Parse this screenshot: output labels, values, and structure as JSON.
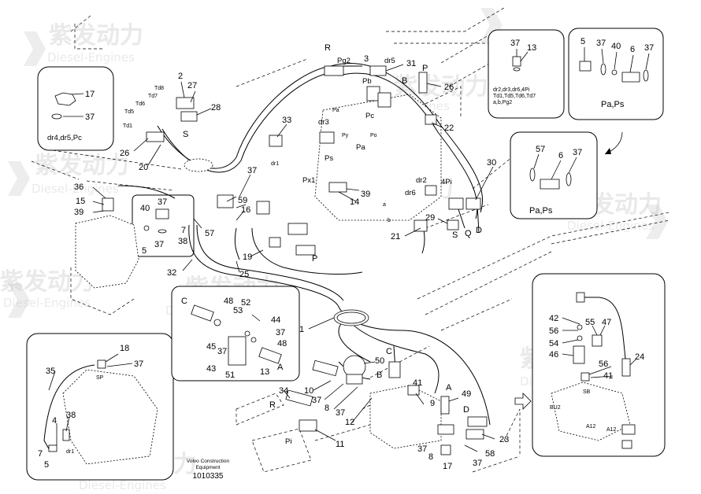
{
  "watermark": {
    "brand": "紫发动力",
    "tagline": "Diesel-Engines"
  },
  "insets": {
    "top_left": {
      "caption": "dr4,dr5,Pc",
      "callouts": [
        "17",
        "37"
      ]
    },
    "top_middle": {
      "caption_line1": "dr2,dr3,dr6,4Pi",
      "caption_line2": "Td1,Td5,Td6,Td7",
      "caption_line3": "a,b,Pg2",
      "callouts": [
        "37",
        "13"
      ]
    },
    "top_right": {
      "caption": "Pa,Ps",
      "callouts": [
        "5",
        "37",
        "40",
        "6",
        "37"
      ]
    },
    "right_middle": {
      "caption": "Pa,Ps",
      "callouts": [
        "57",
        "6",
        "37"
      ]
    },
    "bottom_left": {
      "callouts": [
        "18",
        "37",
        "35",
        "38",
        "4",
        "7",
        "5"
      ],
      "ports": [
        "SP",
        "dr1"
      ]
    },
    "bottom_right": {
      "callouts": [
        "42",
        "56",
        "54",
        "46",
        "55",
        "47",
        "56",
        "41",
        "24"
      ],
      "ports": [
        "SB",
        "BU2",
        "A12",
        "A12"
      ]
    },
    "center_left": {
      "callouts": [
        "48",
        "52",
        "53",
        "44",
        "37",
        "45",
        "37",
        "48",
        "13",
        "43",
        "51"
      ],
      "ports": [
        "C",
        "A"
      ]
    },
    "small_left": {
      "callouts": [
        "37",
        "40",
        "7",
        "5",
        "37",
        "38"
      ]
    }
  },
  "labels": {
    "main_callouts": [
      "2",
      "27",
      "28",
      "26",
      "20",
      "31",
      "26",
      "22",
      "33",
      "30",
      "36",
      "15",
      "39",
      "37",
      "59",
      "16",
      "57",
      "32",
      "25",
      "19",
      "39",
      "14",
      "21",
      "29",
      "1",
      "50",
      "34",
      "10",
      "37",
      "8",
      "37",
      "9",
      "11",
      "12",
      "49",
      "23",
      "58",
      "37",
      "17",
      "8",
      "37",
      "41"
    ],
    "ports": [
      "R",
      "Pg2",
      "3",
      "dr5",
      "Pb",
      "B",
      "P",
      "Pc",
      "dr3",
      "Pa",
      "Ps",
      "Px1",
      "dr2",
      "4Pi",
      "dr6",
      "S",
      "Q",
      "D",
      "P",
      "C",
      "B",
      "A",
      "D",
      "R",
      "Pi",
      "Td8",
      "Td7",
      "Td6",
      "Td5",
      "Td1",
      "S",
      "b",
      "a",
      "dr1",
      "Pa",
      "Py",
      "Po"
    ]
  },
  "footer": {
    "line1": "Volvo Construction",
    "line2": "Equipment",
    "code": "1010335"
  }
}
